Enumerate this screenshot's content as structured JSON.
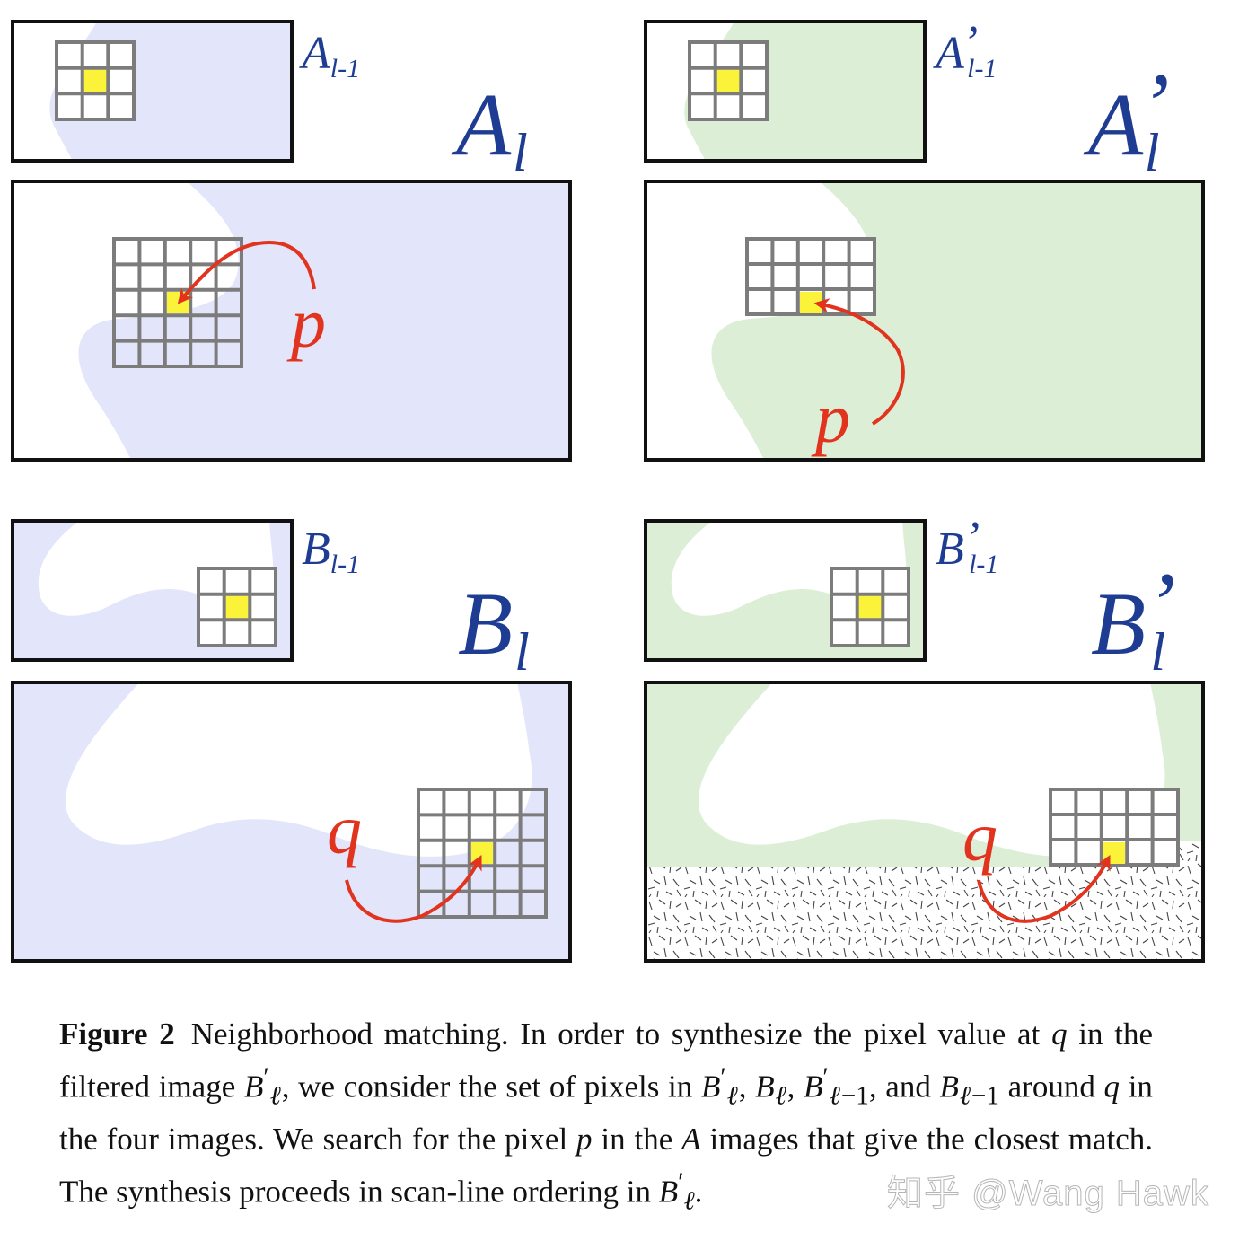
{
  "labels": {
    "a_small": {
      "base": "A",
      "sub": "l-1"
    },
    "a_big": {
      "base": "A",
      "sub": "l"
    },
    "ap_small": {
      "base": "A",
      "prime": "’",
      "sub": "l-1"
    },
    "ap_big": {
      "base": "A",
      "prime": "’",
      "sub": "l"
    },
    "b_small": {
      "base": "B",
      "sub": "l-1"
    },
    "b_big": {
      "base": "B",
      "sub": "l"
    },
    "bp_small": {
      "base": "B",
      "prime": "’",
      "sub": "l-1"
    },
    "bp_big": {
      "base": "B",
      "prime": "’",
      "sub": "l"
    },
    "p": "p",
    "q": "q"
  },
  "colors": {
    "blue_region": "#e3e6fa",
    "green_region": "#dcefd6",
    "highlight": "#fbf23a",
    "grid": "#7c7c7c",
    "arrow": "#e2331e",
    "label": "#1f3c93"
  },
  "caption": {
    "figure_label": "Figure 2",
    "t1": "Neighborhood matching. In order to synthesize the pixel value at ",
    "q1": "q",
    "t2": " in the filtered image ",
    "t3": ", we consider the set of pixels in ",
    "t4": ", and ",
    "t5": " around ",
    "q2": "q",
    "t6": " in the four images. We search for the pixel ",
    "p1": "p",
    "t7": " in the ",
    "a1": "A",
    "t8": " images that give the closest match. The synthesis proceeds in scan-line ordering in ",
    "t9": "."
  },
  "watermark": "知乎 @Wang Hawk"
}
